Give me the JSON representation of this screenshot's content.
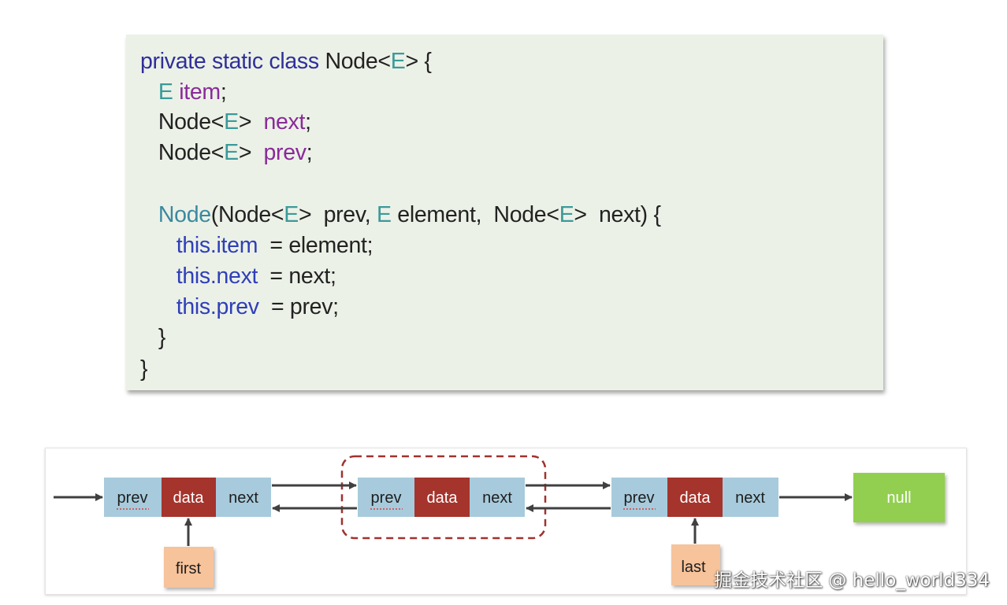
{
  "code": {
    "lines": [
      [
        {
          "t": "private static class",
          "c": "kw"
        },
        {
          "t": " Node<",
          "c": "plain"
        },
        {
          "t": "E",
          "c": "type"
        },
        {
          "t": "> {",
          "c": "plain"
        }
      ],
      [
        {
          "t": "   ",
          "c": "plain"
        },
        {
          "t": "E",
          "c": "type"
        },
        {
          "t": " item",
          "c": "field"
        },
        {
          "t": ";",
          "c": "plain"
        }
      ],
      [
        {
          "t": "   Node<",
          "c": "plain"
        },
        {
          "t": "E",
          "c": "type"
        },
        {
          "t": ">  ",
          "c": "plain"
        },
        {
          "t": "next",
          "c": "field"
        },
        {
          "t": ";",
          "c": "plain"
        }
      ],
      [
        {
          "t": "   Node<",
          "c": "plain"
        },
        {
          "t": "E",
          "c": "type"
        },
        {
          "t": ">  ",
          "c": "plain"
        },
        {
          "t": "prev",
          "c": "field"
        },
        {
          "t": ";",
          "c": "plain"
        }
      ],
      [],
      [
        {
          "t": "   ",
          "c": "plain"
        },
        {
          "t": "Node",
          "c": "ctor"
        },
        {
          "t": "(Node<",
          "c": "plain"
        },
        {
          "t": "E",
          "c": "type"
        },
        {
          "t": ">  prev, ",
          "c": "plain"
        },
        {
          "t": "E",
          "c": "type"
        },
        {
          "t": " element,  Node<",
          "c": "plain"
        },
        {
          "t": "E",
          "c": "type"
        },
        {
          "t": ">  next) {",
          "c": "plain"
        }
      ],
      [
        {
          "t": "      ",
          "c": "plain"
        },
        {
          "t": "this.item",
          "c": "this"
        },
        {
          "t": "  = element;",
          "c": "plain"
        }
      ],
      [
        {
          "t": "      ",
          "c": "plain"
        },
        {
          "t": "this.next",
          "c": "this"
        },
        {
          "t": "  = next;",
          "c": "plain"
        }
      ],
      [
        {
          "t": "      ",
          "c": "plain"
        },
        {
          "t": "this.prev",
          "c": "this"
        },
        {
          "t": "  = prev;",
          "c": "plain"
        }
      ],
      [
        {
          "t": "   }",
          "c": "plain"
        }
      ],
      [
        {
          "t": "}",
          "c": "plain"
        }
      ]
    ]
  },
  "diagram": {
    "nodes": [
      {
        "prev_label": "prev",
        "data_label": "data",
        "next_label": "next"
      },
      {
        "prev_label": "prev",
        "data_label": "data",
        "next_label": "next"
      },
      {
        "prev_label": "prev",
        "data_label": "data",
        "next_label": "next"
      }
    ],
    "null_label": "null",
    "first_label": "first",
    "last_label": "last",
    "colors": {
      "pointer_cell": "#a7cbdc",
      "data_cell": "#a5342c",
      "null_box": "#92cf50",
      "label_box": "#f7c39b",
      "arrow": "#404040",
      "highlight_border": "#a0322e"
    }
  },
  "watermark": "掘金技术社区 @ hello_world334"
}
